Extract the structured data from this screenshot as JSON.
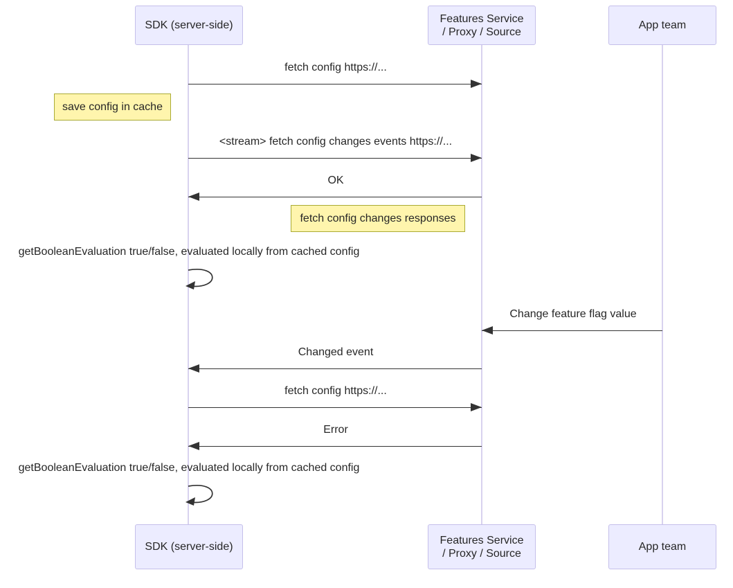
{
  "diagram_type": "sequence-diagram",
  "actors": [
    {
      "id": "sdk",
      "label": "SDK (server-side)"
    },
    {
      "id": "features",
      "label": "Features Service\n/ Proxy / Source"
    },
    {
      "id": "app",
      "label": "App team"
    }
  ],
  "messages": [
    {
      "kind": "arrow",
      "from": "sdk",
      "to": "features",
      "direction": "right",
      "label": "fetch config https://..."
    },
    {
      "kind": "note",
      "anchor": "left-of-sdk",
      "label": "save config in cache"
    },
    {
      "kind": "arrow",
      "from": "sdk",
      "to": "features",
      "direction": "right",
      "label": "<stream> fetch config changes events https://..."
    },
    {
      "kind": "arrow",
      "from": "features",
      "to": "sdk",
      "direction": "left",
      "label": "OK"
    },
    {
      "kind": "note",
      "anchor": "left-of-features",
      "label": "fetch config changes responses"
    },
    {
      "kind": "self",
      "actor": "sdk",
      "label": "getBooleanEvaluation true/false, evaluated locally from cached config"
    },
    {
      "kind": "arrow",
      "from": "app",
      "to": "features",
      "direction": "left",
      "label": "Change feature flag value"
    },
    {
      "kind": "arrow",
      "from": "features",
      "to": "sdk",
      "direction": "left",
      "label": "Changed event"
    },
    {
      "kind": "arrow",
      "from": "sdk",
      "to": "features",
      "direction": "right",
      "label": "fetch config https://..."
    },
    {
      "kind": "arrow",
      "from": "features",
      "to": "sdk",
      "direction": "left",
      "label": "Error"
    },
    {
      "kind": "self",
      "actor": "sdk",
      "label": "getBooleanEvaluation true/false, evaluated locally from cached config"
    }
  ],
  "colors": {
    "actor_fill": "#ECECFF",
    "actor_border": "#c5bfea",
    "note_fill": "#fff5ad",
    "note_border": "#aaaa33",
    "line": "#333333",
    "lifeline": "#d8d2ef",
    "text": "#262626",
    "background": "#ffffff"
  }
}
